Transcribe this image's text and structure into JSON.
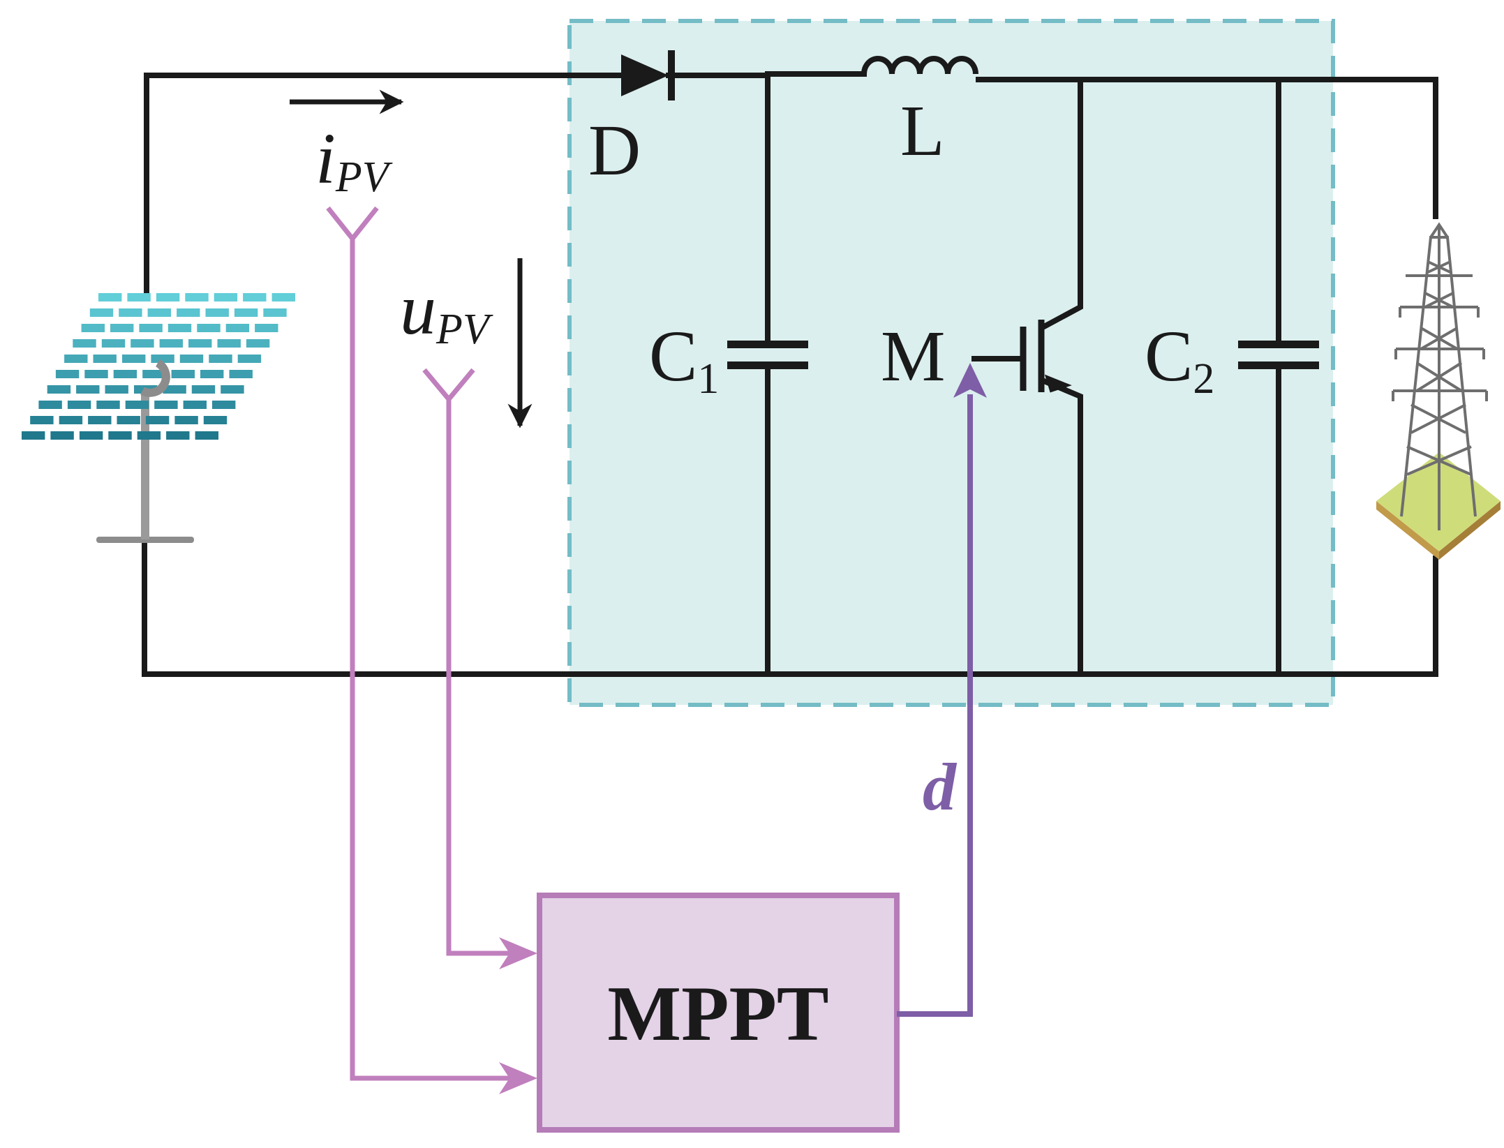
{
  "labels": {
    "diode": "D",
    "inductor": "L",
    "c1_main": "C",
    "c1_sub": "1",
    "switch": "M",
    "c2_main": "C",
    "c2_sub": "2",
    "ipv_main": "i",
    "ipv_sub": "PV",
    "upv_main": "u",
    "upv_sub": "PV",
    "duty": "d",
    "controller": "MPPT"
  },
  "icons": {
    "pv_source": "solar-panel-icon",
    "grid_load": "transmission-tower-icon"
  },
  "colors": {
    "wire": "#1a1a1a",
    "converter_fill": "#dbefee",
    "converter_border": "#74bcc6",
    "sensor_line": "#c07fbd",
    "control_line": "#7e5ea6",
    "mppt_fill": "#e4d2e7",
    "mppt_border": "#b57cb8",
    "panel_dark": "#1f8ea0",
    "panel_light": "#bfe3ea",
    "tower_base": "#cfdc7a"
  }
}
